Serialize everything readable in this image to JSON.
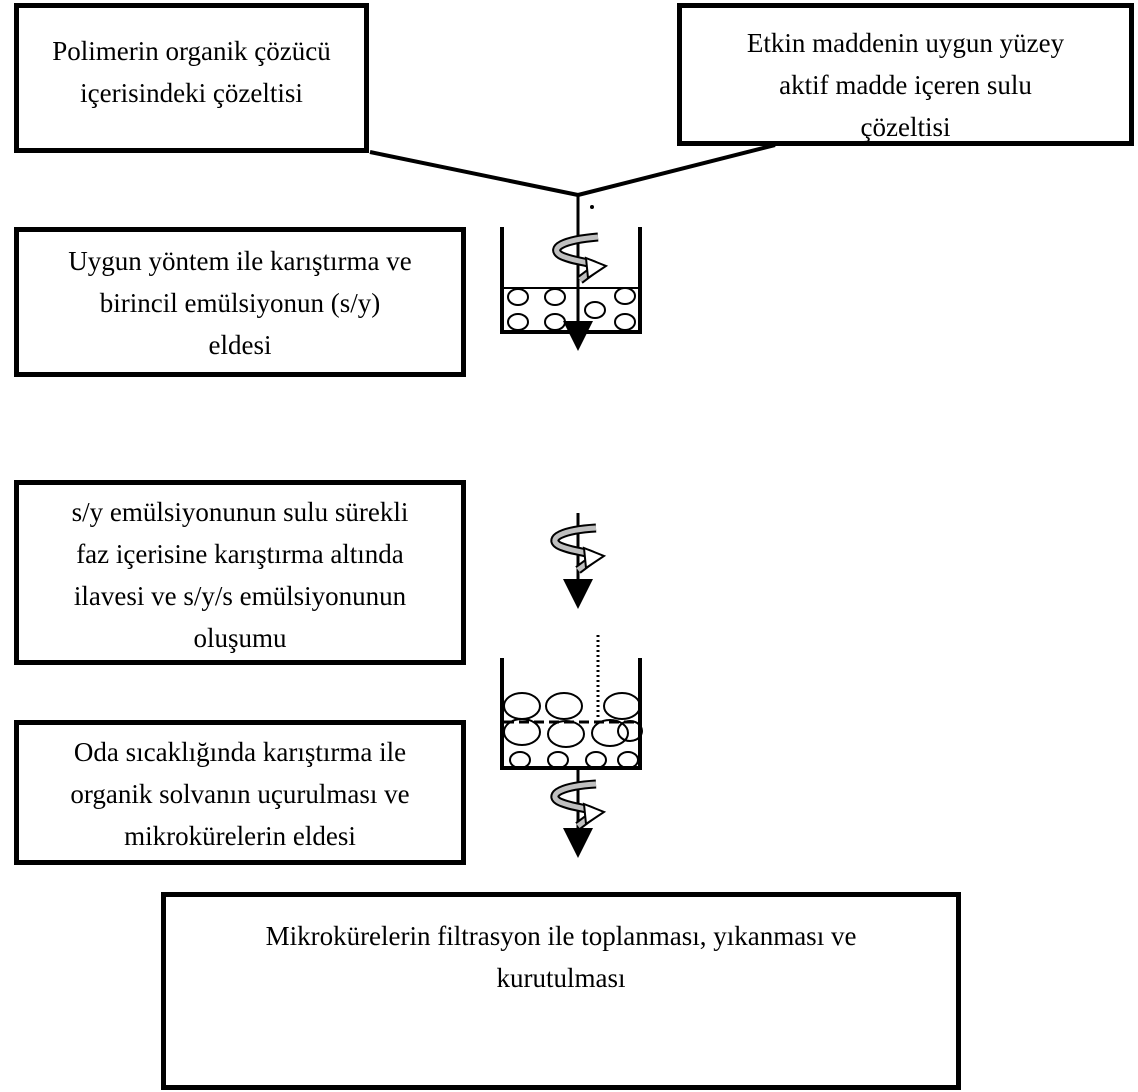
{
  "diagram": {
    "boxes": {
      "polymer_solution": "Polimerin organik çözücü\niçerisindeki çözeltisi",
      "active_substance_solution": "Etkin maddenin uygun yüzey\naktif madde içeren sulu\nçözeltisi",
      "primary_emulsion": "Uygun yöntem ile karıştırma ve\nbirincil emülsiyonun (s/y)\neldesi",
      "double_emulsion": "s/y emülsiyonunun sulu sürekli\nfaz içerisine karıştırma altında\nilavesi ve s/y/s emülsiyonunun\noluşumu",
      "solvent_evaporation": "Oda sıcaklığında karıştırma ile\norganik solvanın uçurulması ve\nmikrokürelerin eldesi",
      "collection": "Mikrokürelerin filtrasyon ile toplanması, yıkanması ve\nkurutulması"
    },
    "colors": {
      "line": "#000000",
      "arrow_fill": "#bfbfbf",
      "background": "#ffffff"
    },
    "icons": [
      "stirring-arrow-icon",
      "beaker-emulsion-icon",
      "beaker-double-emulsion-icon"
    ]
  }
}
